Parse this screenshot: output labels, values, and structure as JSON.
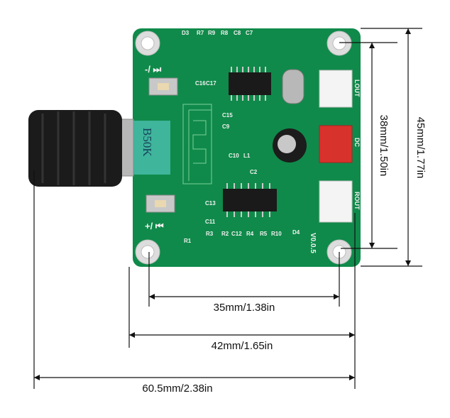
{
  "dimensions": {
    "hole_spacing_width": "35mm/1.38in",
    "board_width": "42mm/1.65in",
    "total_width": "60.5mm/2.38in",
    "hole_spacing_height": "38mm/1.50in",
    "board_height": "45mm/1.77in"
  },
  "board": {
    "pot_label": "B50K",
    "version": "V0.0.5",
    "button_next": "-/ ⏭",
    "button_prev": "+/ ⏮",
    "connectors": [
      "LOUT",
      "DC",
      "ROUT"
    ],
    "top_labels": [
      "D3",
      "R7",
      "R9",
      "R8",
      "C8",
      "C7"
    ],
    "cap_labels": [
      "C16",
      "C17",
      "C15",
      "C9",
      "C10",
      "L1",
      "C2",
      "C13",
      "C11"
    ],
    "bottom_labels": [
      "R1",
      "R3",
      "R2",
      "C12",
      "R4",
      "R5",
      "R10",
      "D4"
    ],
    "colors": {
      "pcb": "#0f8a4a",
      "connector_red": "#d8322c",
      "knob": "#1b1b1b"
    }
  }
}
